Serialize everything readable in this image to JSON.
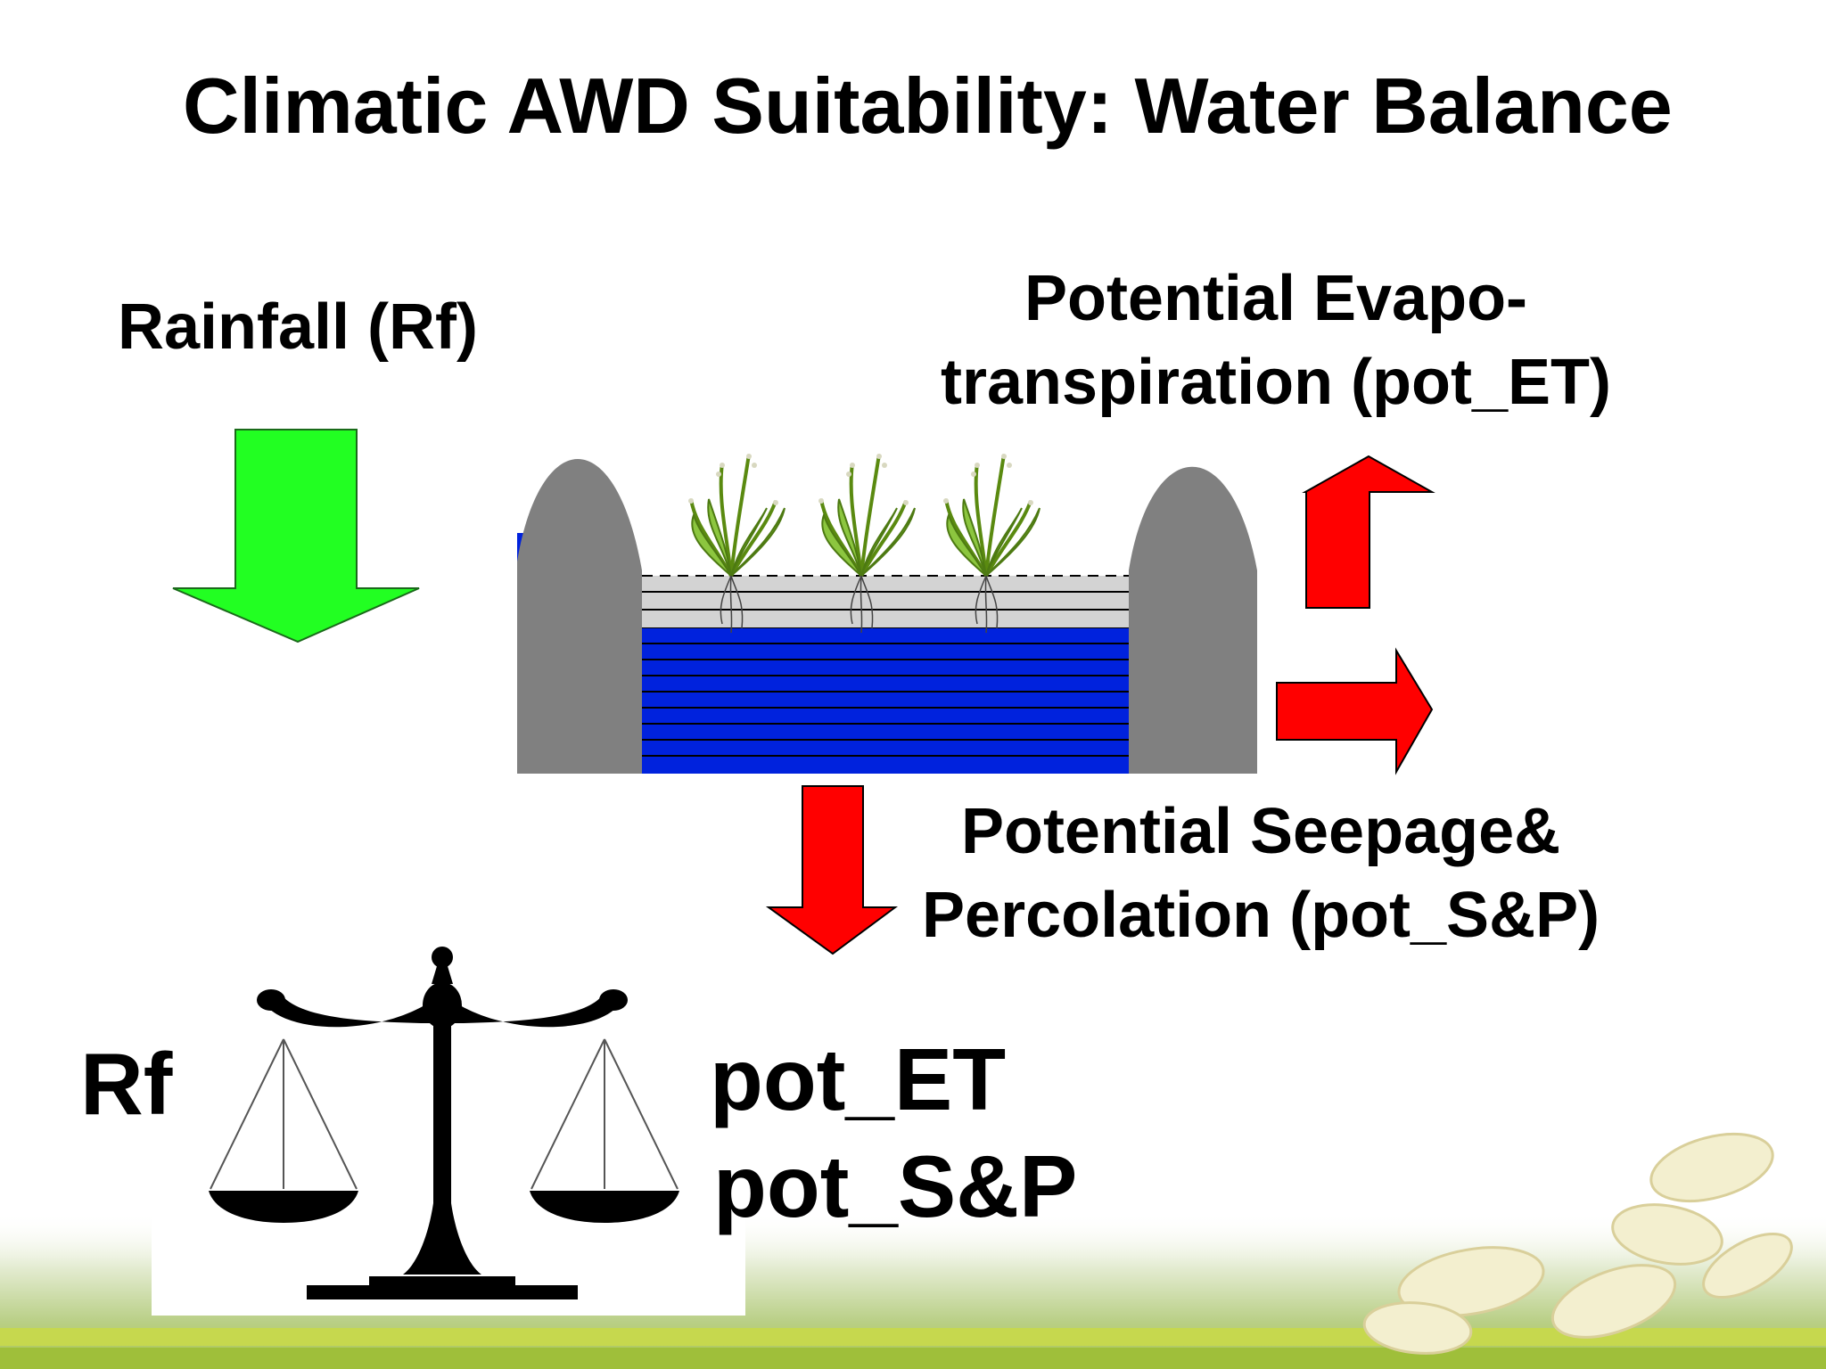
{
  "slide": {
    "title": "Climatic AWD Suitability: Water Balance"
  },
  "labels": {
    "rainfall": "Rainfall (Rf)",
    "et_line1": "Potential Evapo-",
    "et_line2": "transpiration (pot_ET)",
    "seepage_line1": "Potential Seepage&",
    "seepage_line2": "Percolation (pot_S&P)"
  },
  "balance": {
    "left": "Rf",
    "right_1": "pot_ET",
    "right_2": "pot_S&P"
  },
  "colors": {
    "rain_arrow": "#22ff22",
    "loss_arrow": "#ff0000",
    "water": "#0022dd",
    "bund": "#808080",
    "soil": "#d3d3d3",
    "plant": "#7ab520"
  },
  "icons": {
    "balance": "scale-of-justice-icon",
    "plant": "rice-plant-icon"
  }
}
